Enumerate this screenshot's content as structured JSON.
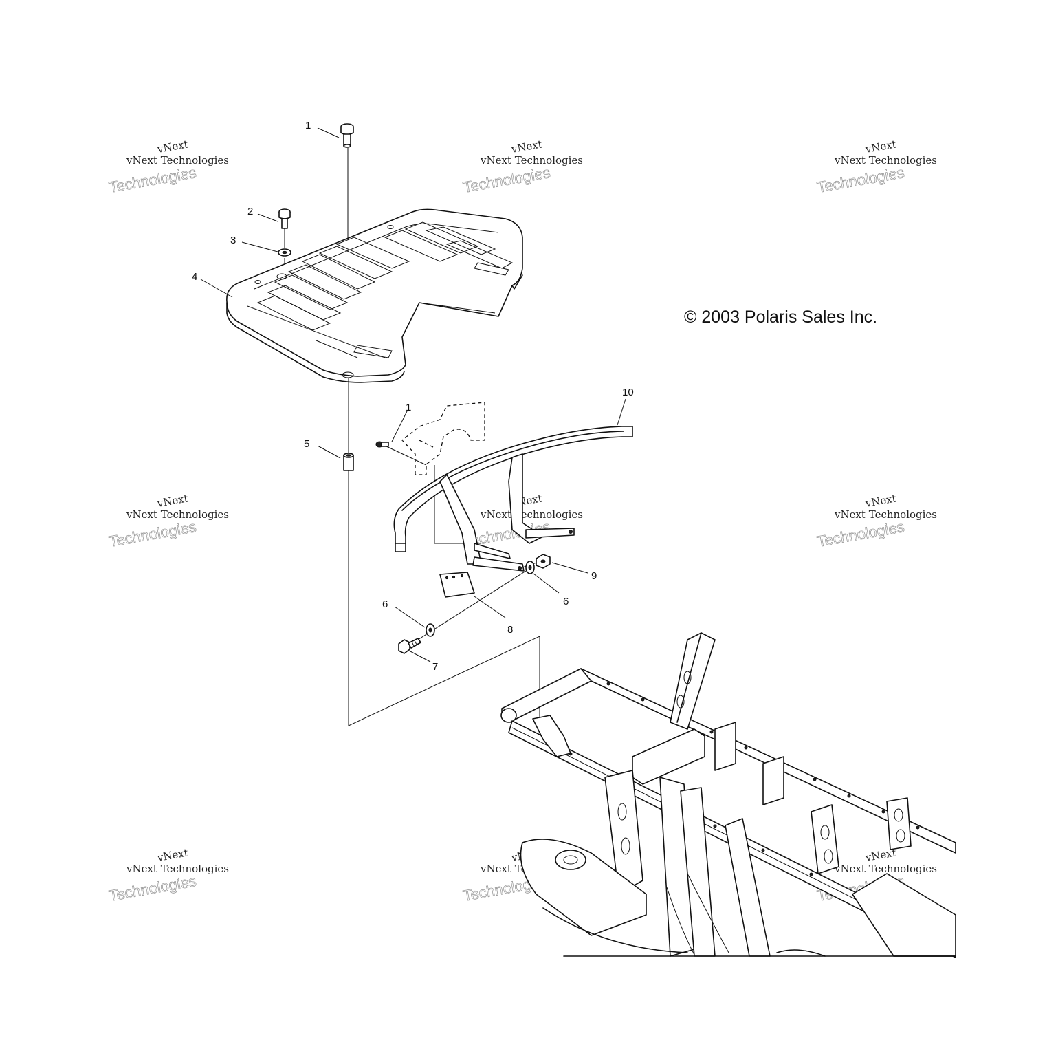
{
  "copyright": "© 2003 Polaris Sales Inc.",
  "watermark": {
    "line1": "vNext",
    "line2": "vNext Technologies",
    "line3": "Technologies"
  },
  "callouts": {
    "c1_top": "1",
    "c2": "2",
    "c3": "3",
    "c4": "4",
    "c5": "5",
    "c1_mid": "1",
    "c10": "10",
    "c9": "9",
    "c6_right": "6",
    "c8": "8",
    "c6_left": "6",
    "c7": "7"
  }
}
